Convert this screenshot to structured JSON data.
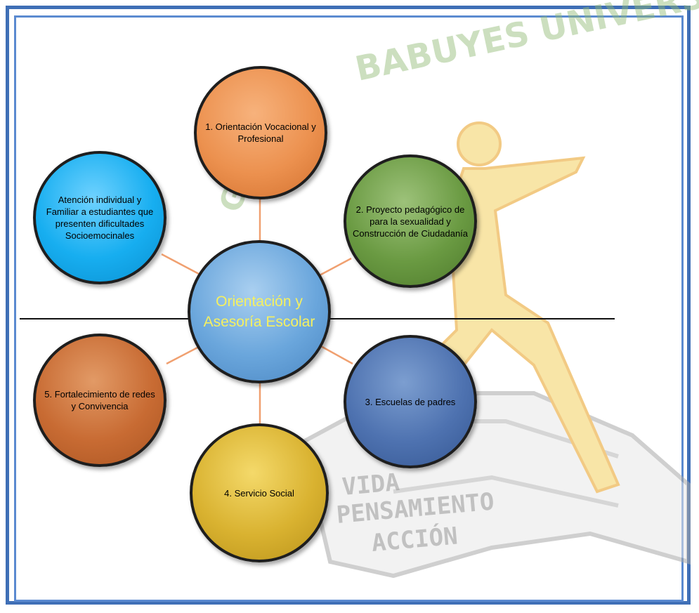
{
  "diagram": {
    "center": {
      "label": "Orientación y Asesoría Escolar"
    },
    "nodes": [
      {
        "id": "n1",
        "label": "1. Orientación Vocacional y Profesional"
      },
      {
        "id": "n2",
        "label": "2. Proyecto pedagógico de para la sexualidad y Construcción de Ciudadanía"
      },
      {
        "id": "n3",
        "label": "3. Escuelas de padres"
      },
      {
        "id": "n4",
        "label": "4. Servicio Social"
      },
      {
        "id": "n5",
        "label": "5. Fortalecimiento de redes y Convivencia"
      },
      {
        "id": "n6",
        "label": "Atención individual y Familiar a estudiantes que presenten dificultades Socioemocinales"
      }
    ]
  },
  "watermark": {
    "arc_text": "BABUYES UNIVERS",
    "arc_text_left": "GIO",
    "book_lines": [
      "VIDA",
      "PENSAMIENTO",
      "ACCIÓN"
    ]
  },
  "colors": {
    "frame": "#3f6fb6",
    "connector": "#f0a070",
    "center_text": "#f5f060"
  }
}
